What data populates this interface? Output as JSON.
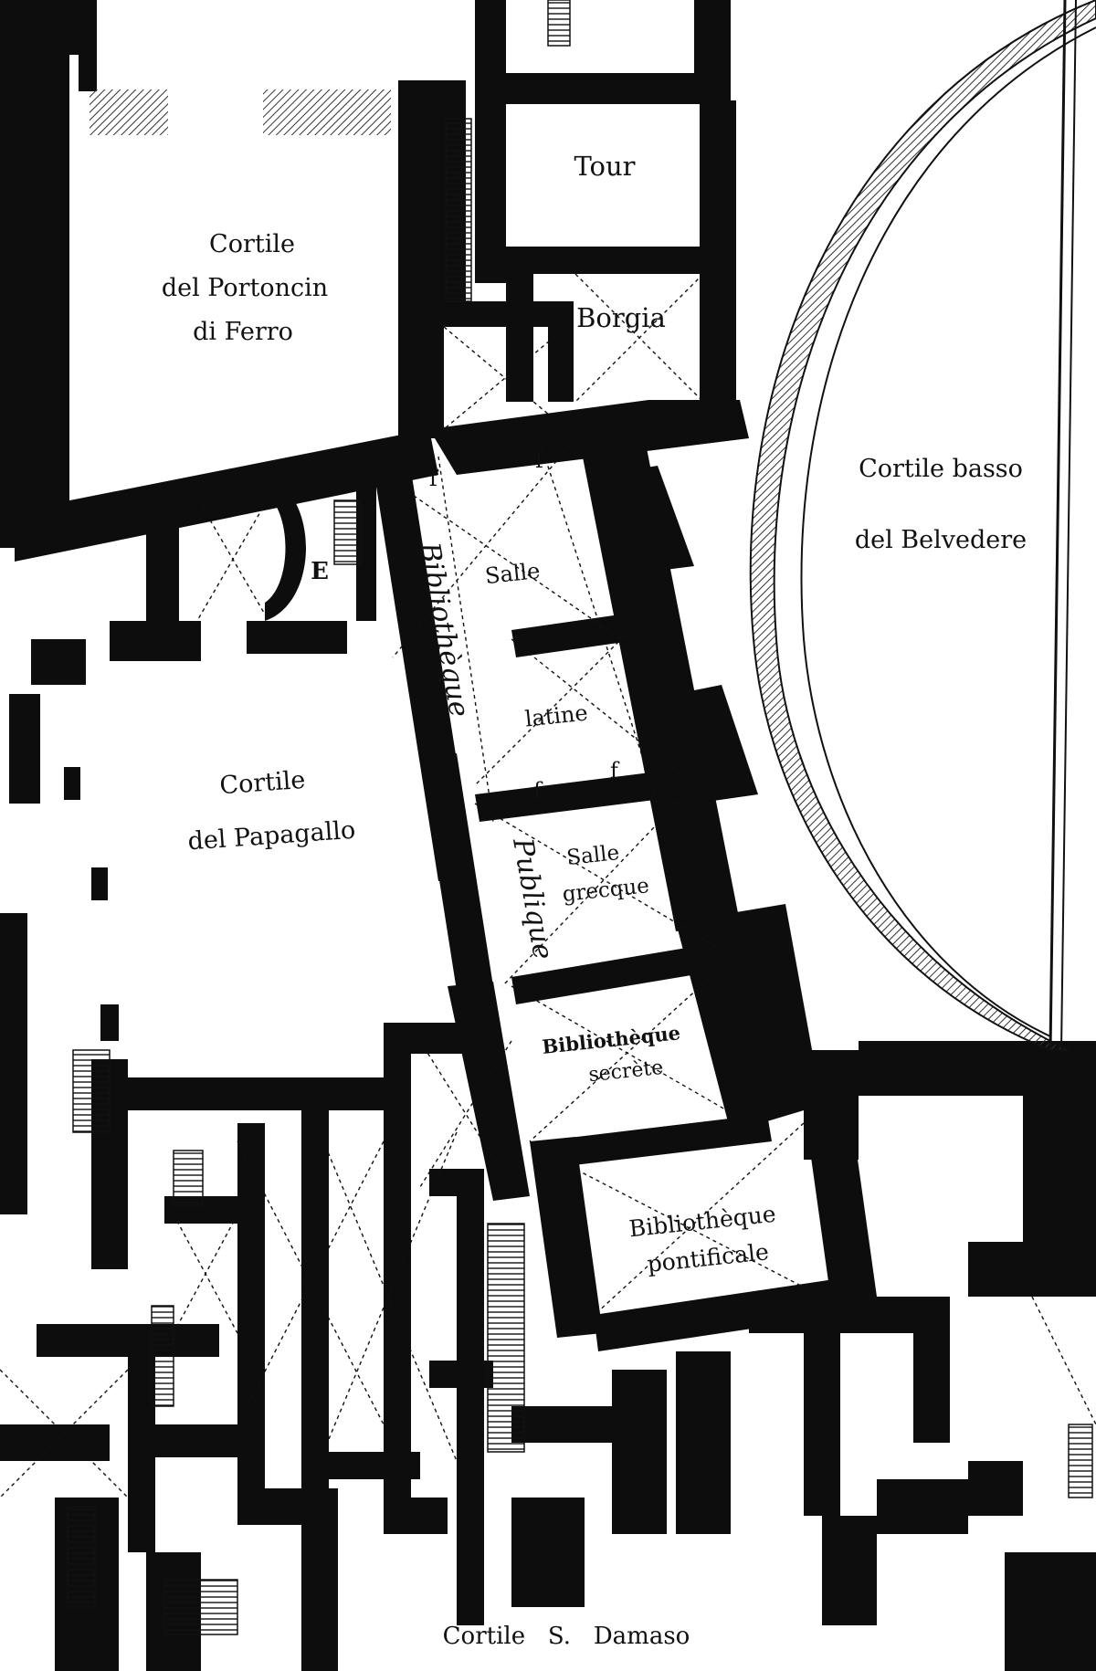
{
  "colors": {
    "wall": "#0d0d0d",
    "paper": "#ffffff",
    "hatch": "#333333",
    "line": "#111111"
  },
  "labels": {
    "cortile_portoncin": [
      "Cortile",
      "del Portoncin",
      "di Ferro"
    ],
    "tour": "Tour",
    "borgia": "Borgia",
    "cortile_belvedere": [
      "Cortile basso",
      "del Belvedere"
    ],
    "letter_e": "E",
    "mark_f1": "f",
    "mark_f2": "f",
    "mark_f3": "f",
    "mark_f4": "f",
    "bibliotheque_vertical": "Bibliothèque",
    "publique_vertical": "Publique",
    "salle": "Salle",
    "latine": "latine",
    "salle_grecque": [
      "Salle",
      "grecque"
    ],
    "cortile_papagallo": [
      "Cortile",
      "del Papagallo"
    ],
    "bibliotheque_secrete": [
      "Bibliothèque",
      "secrète"
    ],
    "bibliotheque_pontificale": [
      "Bibliothèque",
      "pontificale"
    ],
    "cortile_damaso": "Cortile   S.   Damaso"
  }
}
